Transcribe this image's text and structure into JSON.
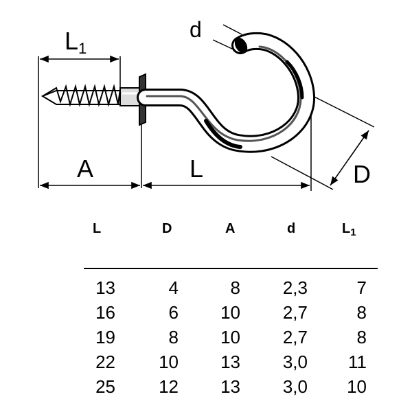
{
  "labels": {
    "L1_main": "L",
    "L1_sub": "1",
    "A": "A",
    "L": "L",
    "d": "d",
    "D": "D"
  },
  "table": {
    "headers": [
      {
        "main": "L",
        "sub": ""
      },
      {
        "main": "D",
        "sub": ""
      },
      {
        "main": "A",
        "sub": ""
      },
      {
        "main": "d",
        "sub": ""
      },
      {
        "main": "L",
        "sub": "1"
      }
    ],
    "rows": [
      [
        "13",
        "4",
        "8",
        "2,3",
        "7"
      ],
      [
        "16",
        "6",
        "10",
        "2,7",
        "8"
      ],
      [
        "19",
        "8",
        "10",
        "2,7",
        "8"
      ],
      [
        "22",
        "10",
        "13",
        "3,0",
        "11"
      ],
      [
        "25",
        "12",
        "13",
        "3,0",
        "10"
      ]
    ]
  }
}
